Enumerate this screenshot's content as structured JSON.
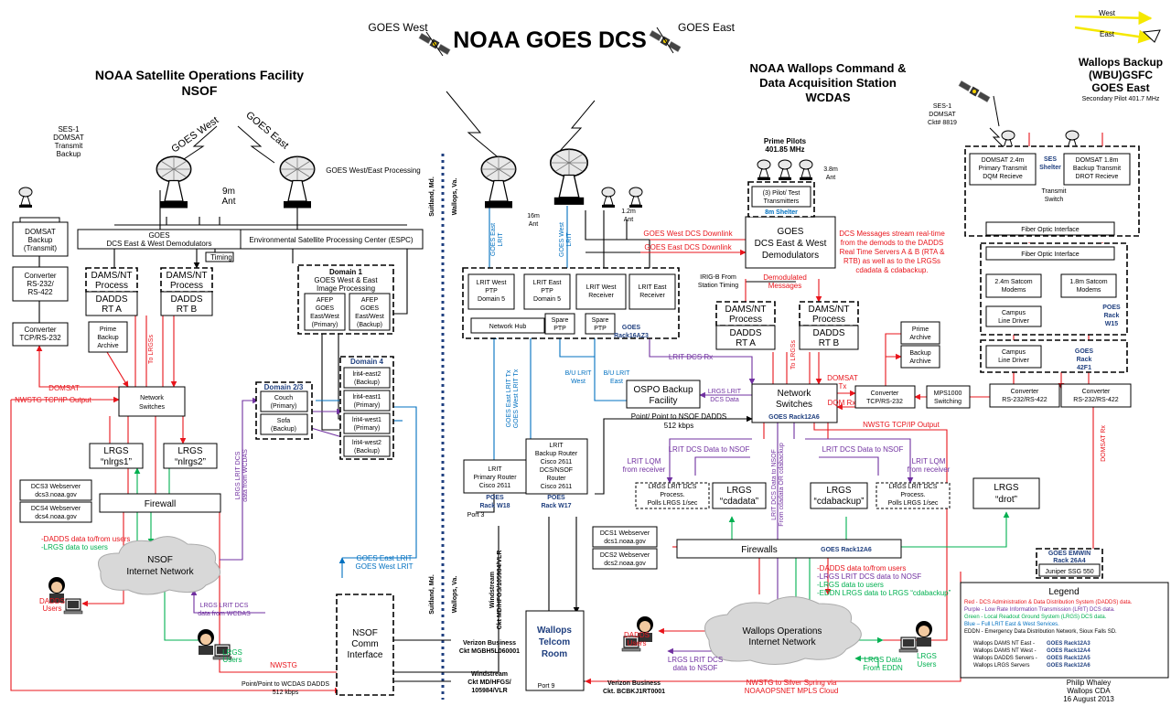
{
  "header": {
    "title": "NOAA GOES DCS",
    "goes_west": "GOES West",
    "goes_east": "GOES East"
  },
  "nsof": {
    "title1": "NOAA Satellite Operations Facility",
    "title2": "NSOF",
    "ant_west": "GOES West",
    "ant_east": "GOES East",
    "processing": "GOES West/East Processing",
    "ant_size1": "9m",
    "ant_size2": "Ant",
    "ses1": [
      "SES-1",
      "DOMSAT",
      "Transmit",
      "Backup"
    ],
    "domsat_tx": [
      "DOMSAT",
      "Backup",
      "(Transmit)"
    ],
    "conv1": [
      "Converter",
      "RS-232/",
      "RS-422"
    ],
    "conv2": [
      "Converter",
      "TCP/RS-232"
    ],
    "demod": [
      "GOES",
      "DCS East & West Demodulators"
    ],
    "espc": "Environmental Satellite Processing Center (ESPC)",
    "timing": "Timing",
    "dams_a": [
      "DAMS/NT",
      "Process"
    ],
    "dams_b": [
      "DAMS/NT",
      "Process"
    ],
    "dadds_a": [
      "DADDS",
      "RT A"
    ],
    "dadds_b": [
      "DADDS",
      "RT B"
    ],
    "prime_backup": [
      "Prime",
      "Backup",
      "Archive"
    ],
    "to_lrgss": "To LRGSs",
    "domain1": [
      "Domain 1",
      "GOES West & East",
      "Image Processing"
    ],
    "afep_p": [
      "AFEP",
      "GOES",
      "East/West",
      "(Primary)"
    ],
    "afep_b": [
      "AFEP",
      "GOES",
      "East/West",
      "(Backup)"
    ],
    "domain23": "Domain 2/3",
    "couch": [
      "Couch",
      "(Primary)"
    ],
    "sofa": [
      "Sofa",
      "(Backup)"
    ],
    "domain4": "Domain 4",
    "irlt": [
      [
        "lrit4-east2",
        "(Backup)"
      ],
      [
        "lrit4-east1",
        "(Primary)"
      ],
      [
        "lrit4-west1",
        "(Primary)"
      ],
      [
        "lrit4-west2",
        "(Backup)"
      ]
    ],
    "domsat_lbl": "DOMSAT",
    "nwstg_tcp": "NWSTG TCP/IP Output",
    "netsw": [
      "Network",
      "Switches"
    ],
    "lrgs1": [
      "LRGS",
      "“nlrgs1”"
    ],
    "lrgs2": [
      "LRGS",
      "“nlrgs2”"
    ],
    "dcs3": [
      "DCS3 Webserver",
      "dcs3.noaa.gov"
    ],
    "dcs4": [
      "DCS4 Webserver",
      "dcs4.noaa.gov"
    ],
    "firewall": "Firewall",
    "dadds_users_note": "-DADDS data to/from users",
    "lrgs_users_note": "-LRGS data to users",
    "cloud": [
      "NSOF",
      "Internet Network"
    ],
    "dadds_users": [
      "DADDS",
      "Users"
    ],
    "lrgs_users": [
      "LRGS",
      "Users"
    ],
    "lrgs_lrit_dcs": [
      "LRGS LRIT DCS",
      "data from WCDAS"
    ],
    "lrgs_lrit_dcs2": [
      "LRGS LRIT DCS",
      "data from WCDAS"
    ],
    "goes_lrit": [
      "GOES East LRIT",
      "GOES West LRIT"
    ],
    "comm": [
      "NSOF",
      "Comm",
      "Interface"
    ],
    "nwstg": "NWSTG",
    "p2p": [
      "Point/Point to WCDAS DADDS",
      "512 kbps"
    ],
    "suitland": "Suitland, Md.",
    "wallops": "Wallops, Va."
  },
  "wcdas": {
    "title": [
      "NOAA Wallops Command &",
      "Data Acquisition Station",
      "WCDAS"
    ],
    "ant16": [
      "16m",
      "Ant"
    ],
    "ant12": [
      "1.2m",
      "Ant"
    ],
    "goes_east_lrit": [
      "GOES East",
      "LRIT"
    ],
    "goes_west_lrit": [
      "GOES West",
      "LRIT"
    ],
    "prime_pilots": [
      "Prime Pilots",
      "401.85 MHz"
    ],
    "ant38": [
      "3.8m",
      "Ant"
    ],
    "pilot_tx": [
      "(3) Pilot/ Test",
      "Transmitters"
    ],
    "shelter8m": "8m Shelter",
    "west_dl": "GOES West  DCS Downlink",
    "east_dl": "GOES East DCS Downlink",
    "demod": [
      "GOES",
      "DCS East & West",
      "Demodulators"
    ],
    "dcs_msgs": [
      "DCS Messages stream real-time",
      "from the demods to the  DADDS",
      "Real Time Servers A & B (RTA &",
      "RTB) as well as to the LRGSs",
      "cdadata & cdabackup."
    ],
    "irig": [
      "IRIG-B From",
      "Station Timing"
    ],
    "demod_msgs": [
      "Demodulated",
      "Messages"
    ],
    "lrit_w_ptp": [
      "LRIT West",
      "PTP",
      "Domain 5"
    ],
    "lrit_e_ptp": [
      "LRIT East",
      "PTP",
      "Domain 5"
    ],
    "lrit_w_rx": [
      "LRIT West",
      "Receiver"
    ],
    "lrit_e_rx": [
      "LRIT East",
      "Receiver"
    ],
    "net_hub": "Network Hub",
    "spare_ptp1": [
      "Spare",
      "PTP"
    ],
    "spare_ptp2": [
      "Spare",
      "PTP"
    ],
    "rack16": [
      "GOES",
      "Rack16AZ3"
    ],
    "dams_a": [
      "DAMS/NT",
      "Process"
    ],
    "dams_b": [
      "DAMS/NT",
      "Process"
    ],
    "dadds_a": [
      "DADDS",
      "RT A"
    ],
    "dadds_b": [
      "DADDS",
      "RT B"
    ],
    "to_lrgss": "To LRGSs",
    "prime_archive": [
      "Prime",
      "Archive"
    ],
    "backup_archive": [
      "Backup",
      "Archive"
    ],
    "lrit_dcs_rx": "LRIT DCS Rx",
    "bu_lrit_west": [
      "B/U LRIT",
      "West"
    ],
    "bu_lrit_east": [
      "B/U LRIT",
      "East"
    ],
    "ospo": [
      "OSPO Backup",
      "Facility"
    ],
    "lrgs_lrit_dcs": [
      "LRGS LRIT",
      "DCS Data"
    ],
    "netsw": [
      "Network",
      "Switches"
    ],
    "rack12": "GOES Rack12A6",
    "domsat_tx": [
      "DOMSAT",
      "Tx"
    ],
    "dqm_rx": "DQM Rx",
    "conv_tcp": [
      "Converter",
      "TCP/RS-232"
    ],
    "mps": [
      "MPS1000",
      "Switching"
    ],
    "conv_rs1": [
      "Converter",
      "RS-232/RS-422"
    ],
    "conv_rs2": [
      "Converter",
      "RS-232/RS-422"
    ],
    "goes_lrit_tx": [
      "GOES East LRIT Tx",
      "GOES West LRIT Tx"
    ],
    "p2p": [
      "Point/ Point to NSOF DADDS",
      "512 kbps"
    ],
    "nwstg_tcp": "NWSTG TCP/IP Output",
    "lrit_primary": [
      "LRIT",
      "Primary Router",
      "Cisco 2611"
    ],
    "lrit_backup": [
      "LRIT",
      "Backup Router",
      "Cisco 2611"
    ],
    "dcs_nsof": [
      "DCS/NSOF",
      "Router",
      "Cisco 2611"
    ],
    "poes18": [
      "POES",
      "Rack W18"
    ],
    "poes17": [
      "POES",
      "Rack W17"
    ],
    "port3": "Port 3",
    "port9": "Port 9",
    "lrit_dcs_nsof": "LRIT DCS Data to NSOF",
    "lrit_dcs_nsof2": "LRIT DCS Data to NSOF",
    "lrit_lqm1": [
      "LRIT LQM",
      "from receiver"
    ],
    "lrit_lqm2": [
      "LRIT LQM",
      "from receiver"
    ],
    "lrgs_lrit_proc1": [
      "LRGS LRIT DCS",
      "Process.",
      "Polls LRGS 1/sec"
    ],
    "lrgs_lrit_proc2": [
      "LRGS LRIT DCS",
      "Process.",
      "Polls LRGS 1/sec"
    ],
    "lrgs_cdadata": [
      "LRGS",
      "“cdadata”"
    ],
    "lrgs_cdabackup": [
      "LRGS",
      "“cdabackup”"
    ],
    "lrit_dcs_vert": [
      "LRIT DCS Data to NSOF",
      "From cdadata OR cdabackup"
    ],
    "dcs1": [
      "DCS1 Webserver",
      "dcs1.noaa.gov"
    ],
    "dcs2": [
      "DCS2 Webserver",
      "dcs2.noaa.gov"
    ],
    "firewalls": "Firewalls",
    "fw_rack": "GOES Rack12A6",
    "notes": [
      "-DADDS data to/from users",
      "-LRGS LRIT DCS data to NOSF",
      "-LRGS data to users",
      "-EDDN LRGS data to LRGS “cdabackup”"
    ],
    "cloud": [
      "Wallops Operations",
      "Internet Network"
    ],
    "dadds_users": [
      "DADDS",
      "Users"
    ],
    "lrgs_users": [
      "LRGS",
      "Users"
    ],
    "lrgs_lrit_nsof": [
      "LRGS LRIT DCS",
      "data to NSOF"
    ],
    "lrgs_eddn": [
      "LRGS Data",
      "From EDDN"
    ],
    "telcom": [
      "Wallops",
      "Telcom",
      "Room"
    ],
    "windstream_v": [
      "Windstream",
      "Ckt MD/HFGS/105984/VLR"
    ],
    "verizon1": [
      "Verizon Business",
      "Ckt MGBH5L060001"
    ],
    "windstream": [
      "Windstream",
      "Ckt MD/HFGS/",
      "105984/VLR"
    ],
    "verizon2": [
      "Verizon Business",
      "Ckt. BCBKJ1RT0001"
    ],
    "nwstg_ss": [
      "NWSTG to Silver Spring via",
      "NOAAOPSNET MPLS Cloud"
    ]
  },
  "wbu": {
    "west": "West",
    "east": "East",
    "title": [
      "Wallops Backup",
      "(WBU)GSFC",
      "GOES East"
    ],
    "pilot": "Secondary Pilot 401.7 MHz",
    "ses1": [
      "SES-1",
      "DOMSAT",
      "Ckt# 8819"
    ],
    "domsat24": [
      "DOMSAT 2.4m",
      "Primary Transmit",
      "DQM Recieve"
    ],
    "domsat18": [
      "DOMSAT 1.8m",
      "Backup Transmit",
      "DROT Recieve"
    ],
    "ses_shelter": [
      "SES",
      "Shelter"
    ],
    "tx_switch": [
      "Transmit",
      "Switch"
    ],
    "fiber1": "Fiber Optic Interface",
    "fiber2": "Fiber Optic Interface",
    "modem24": [
      "2.4m Satcom",
      "Modems"
    ],
    "modem18": [
      "1.8m Satcom",
      "Modems"
    ],
    "campus1": [
      "Campus",
      "Line Driver"
    ],
    "campus2": [
      "Campus",
      "Line Driver"
    ],
    "poes_w15": [
      "POES",
      "Rack",
      "W15"
    ],
    "goes_42f1": [
      "GOES",
      "Rack",
      "42F1"
    ],
    "domsat_rx": "DOMSAT Rx",
    "lrgs_drot": [
      "LRGS",
      "“drot”"
    ],
    "emwin": [
      "GOES EMWIN",
      "Rack 26A4"
    ],
    "juniper": "Juniper SSG 550"
  },
  "legend": {
    "title": "Legend",
    "lines": [
      "Red - DCS Administration & Data Distribution System (DADDS) data.",
      "Purple - Low Rate Information Transmission (LRIT) DCS data.",
      "Green - Local Readout Ground System (LRGS) DCS data.",
      "Blue – Full LRIT East & West Services.",
      "EDDN - Emergency Data Distribution Network, Sioux Falls SD."
    ],
    "racks": [
      [
        "Wallops DAMS NT East -",
        "GOES Rack12A3"
      ],
      [
        "Wallops DAMS NT West -",
        "GOES Rack12A4"
      ],
      [
        "Wallops DADDS Servers -",
        "GOES Rack12A5"
      ],
      [
        "Wallops LRGS Servers",
        "GOES Rack12A6"
      ]
    ],
    "author": [
      "Philip Whaley",
      "Wallops CDA",
      "16 August 2013"
    ]
  },
  "colors": {
    "dadds": "#e8141b",
    "lrit": "#7030a0",
    "lrgs": "#00b050",
    "full_lrit": "#0070c0",
    "boundary": "#1f3f7f"
  }
}
